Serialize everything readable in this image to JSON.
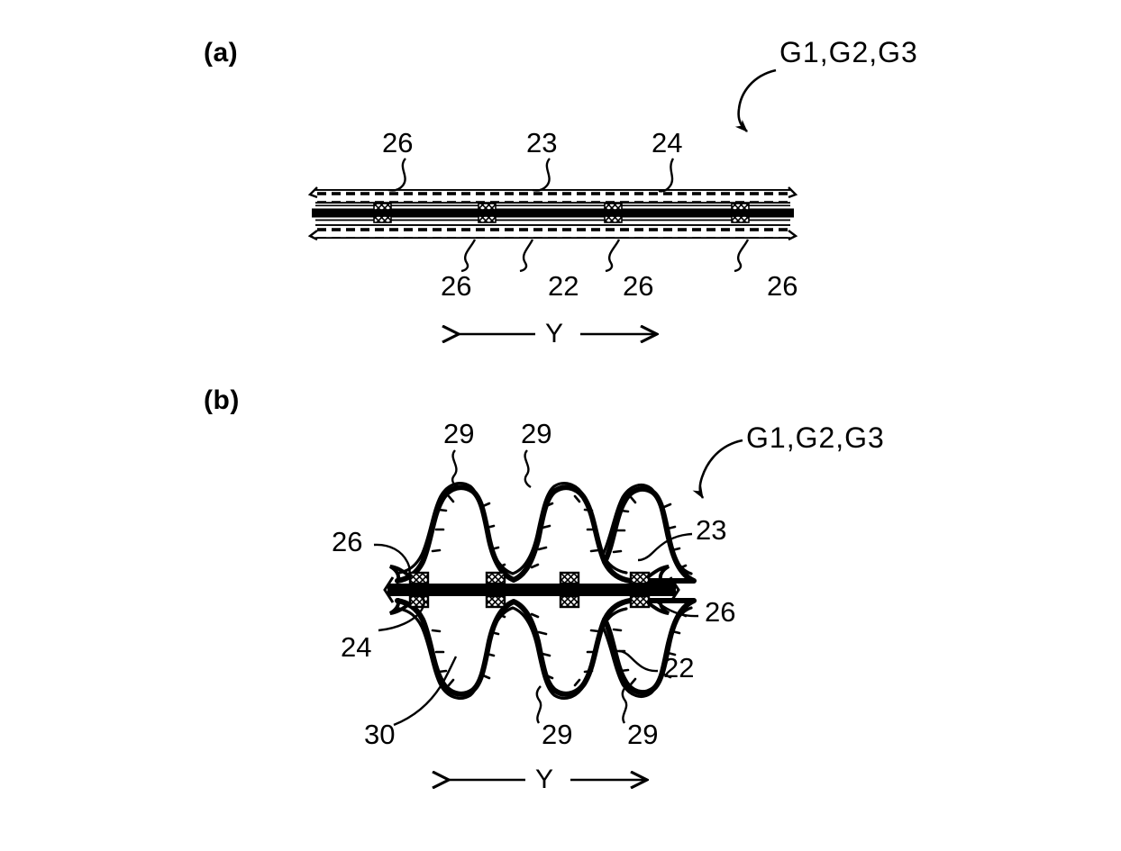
{
  "figure": {
    "type": "patent-drawing",
    "background_color": "#ffffff",
    "line_color": "#000000",
    "panels": [
      {
        "id": "a",
        "letter": "(a)",
        "description": "flat (uncorrugated) laminated sheet cross-section",
        "group_label": "G1,G2,G3",
        "dimension_label": "Y",
        "top_refs": [
          "26",
          "23",
          "24"
        ],
        "bottom_refs": [
          "26",
          "22",
          "26",
          "26"
        ]
      },
      {
        "id": "b",
        "letter": "(b)",
        "description": "corrugated laminated sheet cross-section with central bar",
        "group_label": "G1,G2,G3",
        "dimension_label": "Y",
        "top_refs": [
          "29",
          "29"
        ],
        "left_refs": [
          "26",
          "24"
        ],
        "right_refs": [
          "23",
          "26",
          "22"
        ],
        "bottom_refs": [
          "30",
          "29",
          "29"
        ]
      }
    ]
  },
  "panel_a": {
    "letter": "(a)",
    "group_label": "G1,G2,G3",
    "dim_y": "Y",
    "ref_26_top": "26",
    "ref_23_top": "23",
    "ref_24_top": "24",
    "ref_26_b1": "26",
    "ref_22_b": "22",
    "ref_26_b2": "26",
    "ref_26_b3": "26"
  },
  "panel_b": {
    "letter": "(b)",
    "group_label": "G1,G2,G3",
    "dim_y": "Y",
    "ref_29_t1": "29",
    "ref_29_t2": "29",
    "ref_26_left": "26",
    "ref_24_left": "24",
    "ref_23_right": "23",
    "ref_26_right": "26",
    "ref_22_right": "22",
    "ref_30_bottom": "30",
    "ref_29_b1": "29",
    "ref_29_b2": "29"
  }
}
